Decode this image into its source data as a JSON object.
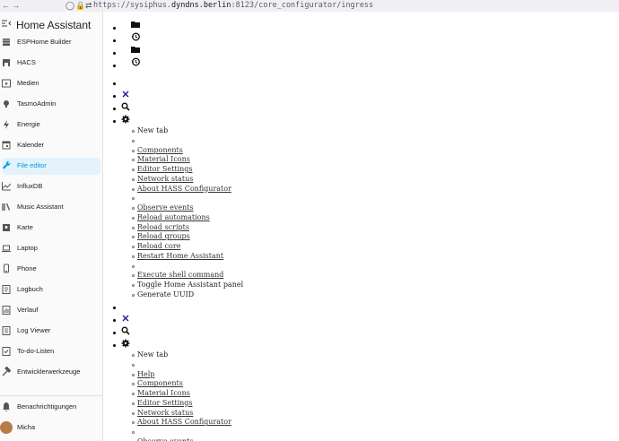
{
  "browser": {
    "url_prefix": "https://sysiphus.",
    "url_domain": "dyndns.berlin",
    "url_suffix": ":8123/core_configurator/ingress"
  },
  "sidebar": {
    "title": "Home Assistant",
    "items": [
      {
        "label": "ESPHome Builder",
        "icon": "esphome-icon"
      },
      {
        "label": "HACS",
        "icon": "hacs-icon"
      },
      {
        "label": "Medien",
        "icon": "media-icon"
      },
      {
        "label": "TasmoAdmin",
        "icon": "bulb-icon"
      },
      {
        "label": "Energie",
        "icon": "lightning-icon"
      },
      {
        "label": "Kalender",
        "icon": "calendar-icon"
      },
      {
        "label": "File editor",
        "icon": "wrench-icon",
        "active": true
      },
      {
        "label": "InfluxDB",
        "icon": "chart-icon"
      },
      {
        "label": "Music Assistant",
        "icon": "library-icon"
      },
      {
        "label": "Karte",
        "icon": "map-icon"
      },
      {
        "label": "Laptop",
        "icon": "laptop-icon"
      },
      {
        "label": "Phone",
        "icon": "phone-icon"
      },
      {
        "label": "Logbuch",
        "icon": "list-icon"
      },
      {
        "label": "Verlauf",
        "icon": "history-chart-icon"
      },
      {
        "label": "Log Viewer",
        "icon": "log-icon"
      },
      {
        "label": "To-do-Listen",
        "icon": "todo-icon"
      },
      {
        "label": "Entwicklerwerkzeuge",
        "icon": "hammer-icon"
      }
    ],
    "notifications": "Benachrichtigungen",
    "user": "Micha"
  },
  "menu1": [
    {
      "text": "New tab",
      "link": false
    },
    {
      "text": "",
      "link": false
    },
    {
      "text": "Components",
      "link": true
    },
    {
      "text": "Material Icons",
      "link": true
    },
    {
      "text": "Editor Settings",
      "link": true
    },
    {
      "text": "Network status",
      "link": true
    },
    {
      "text": "About HASS Configurator",
      "link": true
    },
    {
      "text": "",
      "link": false
    },
    {
      "text": "Observe events",
      "link": true
    },
    {
      "text": "Reload automations",
      "link": true
    },
    {
      "text": "Reload scripts",
      "link": true
    },
    {
      "text": "Reload groups",
      "link": true
    },
    {
      "text": "Reload core",
      "link": true
    },
    {
      "text": "Restart Home Assistant",
      "link": true
    },
    {
      "text": "",
      "link": false
    },
    {
      "text": "Execute shell command",
      "link": true
    },
    {
      "text": "Toggle Home Assistant panel",
      "link": false
    },
    {
      "text": "Generate UUID",
      "link": false
    }
  ],
  "menu2": [
    {
      "text": "New tab",
      "link": false
    },
    {
      "text": "",
      "link": false
    },
    {
      "text": "Help",
      "link": true
    },
    {
      "text": "Components",
      "link": true
    },
    {
      "text": "Material Icons",
      "link": true
    },
    {
      "text": "Editor Settings",
      "link": true
    },
    {
      "text": "Network status",
      "link": true
    },
    {
      "text": "About HASS Configurator",
      "link": true
    },
    {
      "text": "",
      "link": false
    },
    {
      "text": "Observe events",
      "link": true
    }
  ]
}
